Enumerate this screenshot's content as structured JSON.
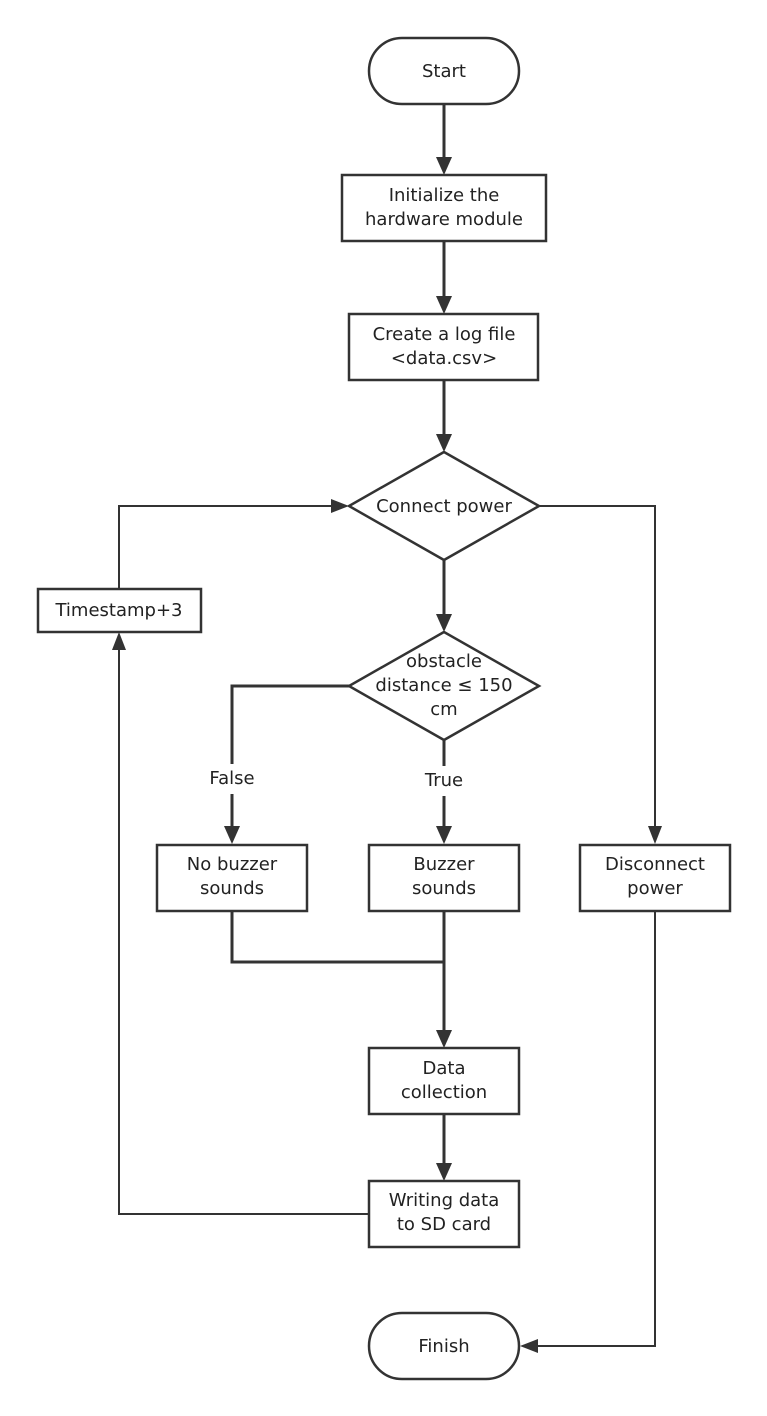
{
  "nodes": {
    "start": {
      "lines": [
        "Start"
      ]
    },
    "init": {
      "lines": [
        "Initialize the",
        "hardware module"
      ]
    },
    "log": {
      "lines": [
        "Create a log file",
        "<data.csv>"
      ]
    },
    "power": {
      "lines": [
        "Connect power"
      ]
    },
    "obstacle": {
      "lines": [
        "obstacle",
        "distance ≤ 150",
        "cm"
      ]
    },
    "timestamp": {
      "lines": [
        "Timestamp+3"
      ]
    },
    "no_buzzer": {
      "lines": [
        "No buzzer",
        "sounds"
      ]
    },
    "buzzer": {
      "lines": [
        "Buzzer",
        "sounds"
      ]
    },
    "disconnect": {
      "lines": [
        "Disconnect",
        "power"
      ]
    },
    "collect": {
      "lines": [
        "Data",
        "collection"
      ]
    },
    "write": {
      "lines": [
        "Writing data",
        "to SD card"
      ]
    },
    "finish": {
      "lines": [
        "Finish"
      ]
    }
  },
  "edge_labels": {
    "false": "False",
    "true": "True"
  },
  "colors": {
    "stroke": "#333333",
    "text": "#222222",
    "fill": "#ffffff"
  }
}
